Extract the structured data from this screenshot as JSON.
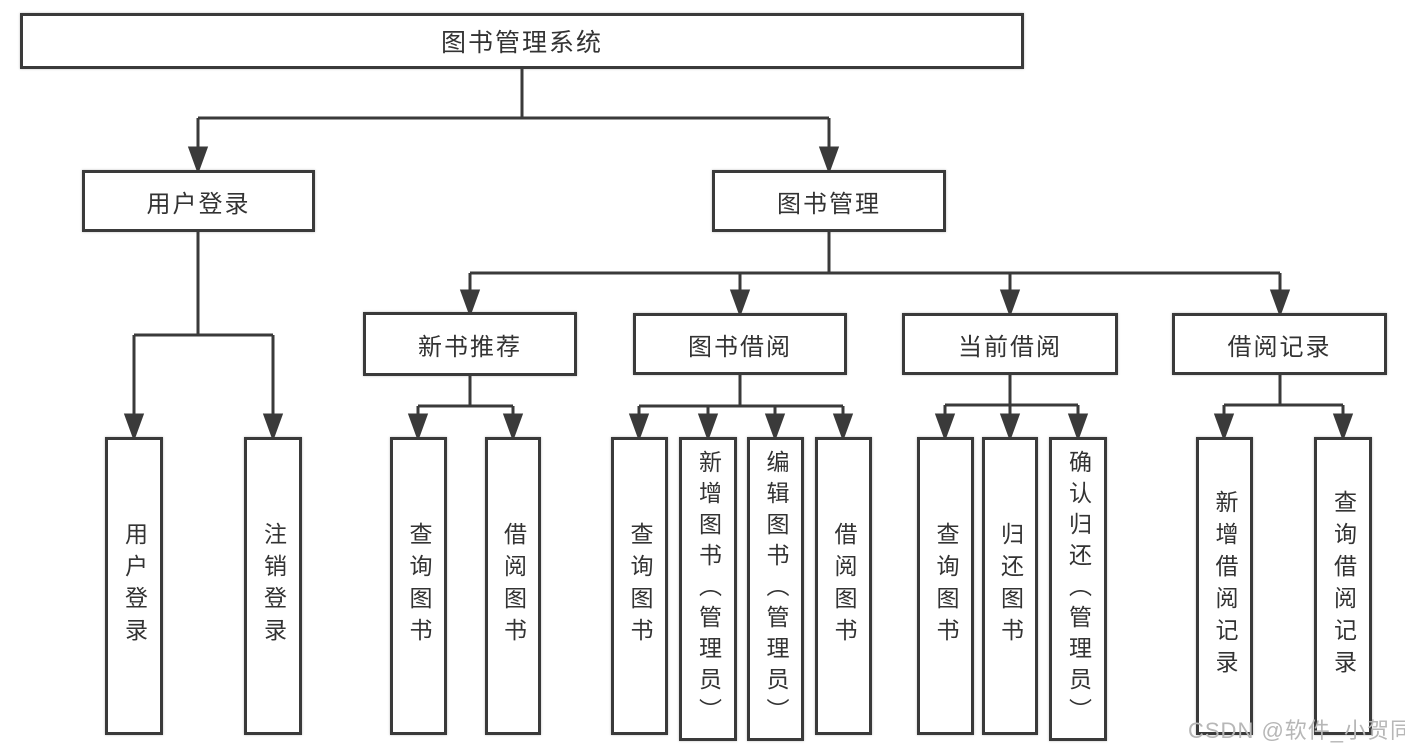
{
  "diagram": {
    "title": "图书管理系统",
    "watermark": "CSDN @软件_小贺同学",
    "colors": {
      "line": "#3a3a3a",
      "text": "#333333",
      "box_background": "#ffffff",
      "watermark": "#b7b7b7"
    },
    "nodes": {
      "root": {
        "label": "图书管理系统"
      },
      "user_login": {
        "label": "用户登录"
      },
      "book_mgmt": {
        "label": "图书管理"
      },
      "new_book_rec": {
        "label": "新书推荐"
      },
      "book_borrow": {
        "label": "图书借阅"
      },
      "current_borrow": {
        "label": "当前借阅"
      },
      "borrow_records": {
        "label": "借阅记录"
      },
      "leaf_user_login": {
        "label": "用户登录"
      },
      "leaf_logout": {
        "label": "注销登录"
      },
      "leaf_rec_query_book": {
        "label": "查询图书"
      },
      "leaf_rec_borrow_book": {
        "label": "借阅图书"
      },
      "leaf_bb_query_book": {
        "label": "查询图书"
      },
      "leaf_bb_add_book": {
        "label": "新增图书（管理员）"
      },
      "leaf_bb_edit_book": {
        "label": "编辑图书（管理员）"
      },
      "leaf_bb_borrow_book": {
        "label": "借阅图书"
      },
      "leaf_cb_query_book": {
        "label": "查询图书"
      },
      "leaf_cb_return_book": {
        "label": "归还图书"
      },
      "leaf_cb_confirm_return": {
        "label": "确认归还（管理员）"
      },
      "leaf_br_add_record": {
        "label": "新增借阅记录"
      },
      "leaf_br_query_record": {
        "label": "查询借阅记录"
      }
    },
    "tree": {
      "label": "图书管理系统",
      "children": [
        {
          "label": "用户登录",
          "children": [
            {
              "label": "用户登录"
            },
            {
              "label": "注销登录"
            }
          ]
        },
        {
          "label": "图书管理",
          "children": [
            {
              "label": "新书推荐",
              "children": [
                {
                  "label": "查询图书"
                },
                {
                  "label": "借阅图书"
                }
              ]
            },
            {
              "label": "图书借阅",
              "children": [
                {
                  "label": "查询图书"
                },
                {
                  "label": "新增图书（管理员）"
                },
                {
                  "label": "编辑图书（管理员）"
                },
                {
                  "label": "借阅图书"
                }
              ]
            },
            {
              "label": "当前借阅",
              "children": [
                {
                  "label": "查询图书"
                },
                {
                  "label": "归还图书"
                },
                {
                  "label": "确认归还（管理员）"
                }
              ]
            },
            {
              "label": "借阅记录",
              "children": [
                {
                  "label": "新增借阅记录"
                },
                {
                  "label": "查询借阅记录"
                }
              ]
            }
          ]
        }
      ]
    }
  }
}
